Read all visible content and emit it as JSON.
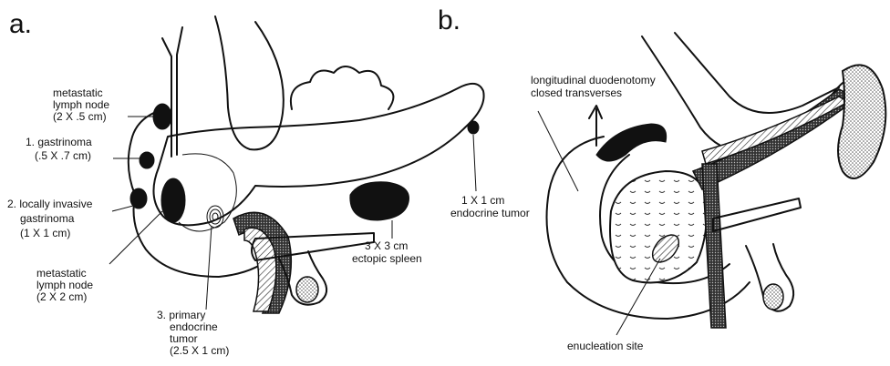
{
  "panels": [
    {
      "letter": "a.",
      "labels": {
        "metastatic_node_small": [
          "metastatic",
          "lymph node",
          "(2 X .5 cm)"
        ],
        "gastrinoma_1": [
          "1. gastrinoma",
          "(.5 X .7 cm)"
        ],
        "gastrinoma_2": [
          "2. locally invasive",
          "gastrinoma",
          "(1 X 1 cm)"
        ],
        "metastatic_node_large": [
          "metastatic",
          "lymph node",
          "(2 X 2 cm)"
        ],
        "primary_tumor": [
          "3. primary",
          "endocrine",
          "tumor",
          "(2.5 X 1 cm)"
        ],
        "ectopic_spleen": [
          "3 X 3 cm",
          "ectopic spleen"
        ],
        "endocrine_tumor_tail": [
          "1 X 1 cm",
          "endocrine tumor"
        ]
      }
    },
    {
      "letter": "b.",
      "labels": {
        "duodenotomy": [
          "longitudinal duodenotomy",
          "closed transverses"
        ],
        "enucleation": [
          "enucleation site"
        ]
      }
    }
  ]
}
